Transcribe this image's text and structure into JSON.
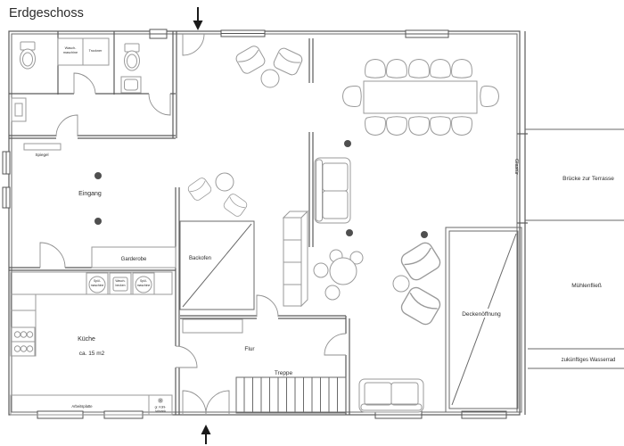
{
  "title": "Erdgeschoss",
  "floor_plan": {
    "rooms": {
      "eingang": "Eingang",
      "garderobe": "Garderobe",
      "kueche": "Küche",
      "kueche_area": "ca. 15 m2",
      "flur": "Flur",
      "treppe": "Treppe",
      "backofen": "Backofen",
      "deckenoeffnung": "Deckenöffnung"
    },
    "fixtures": {
      "spiegel": "Spiegel",
      "waschmaschine_l1": "Wasch-",
      "waschmaschine_l2": "maschine",
      "trockner": "Trockner",
      "spuelmaschine_l1": "Spül-",
      "spuelmaschine_l2": "maschine",
      "waschbecken_l1": "Wasch-",
      "waschbecken_l2": "becken",
      "arbeitsplatte": "Arbeitsplatte",
      "kuehlschrank_l1": "gr. Kühl-",
      "kuehlschrank_l2": "schrank",
      "glastuer": "Glastür"
    },
    "exterior": {
      "bruecke": "Brücke zur Terrasse",
      "muehlenfliess": "Mühlenfließ",
      "wasserrad": "zukünftiges Wasserrad"
    }
  }
}
